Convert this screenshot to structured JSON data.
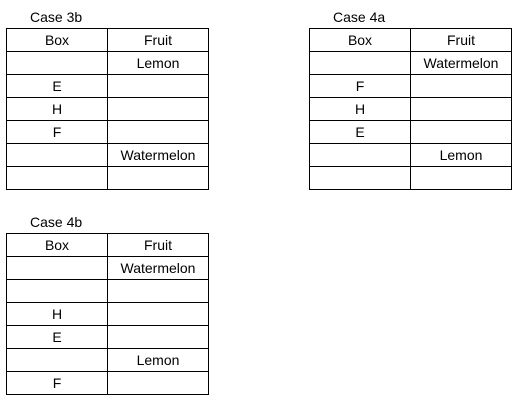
{
  "tables": [
    {
      "title": "Case 3b",
      "headers": [
        "Box",
        "Fruit"
      ],
      "rows": [
        [
          "",
          "Lemon"
        ],
        [
          "E",
          ""
        ],
        [
          "H",
          ""
        ],
        [
          "F",
          ""
        ],
        [
          "",
          "Watermelon"
        ],
        [
          "",
          ""
        ]
      ]
    },
    {
      "title": "Case 4a",
      "headers": [
        "Box",
        "Fruit"
      ],
      "rows": [
        [
          "",
          "Watermelon"
        ],
        [
          "F",
          ""
        ],
        [
          "H",
          ""
        ],
        [
          "E",
          ""
        ],
        [
          "",
          "Lemon"
        ],
        [
          "",
          ""
        ]
      ]
    },
    {
      "title": "Case 4b",
      "headers": [
        "Box",
        "Fruit"
      ],
      "rows": [
        [
          "",
          "Watermelon"
        ],
        [
          "",
          ""
        ],
        [
          "H",
          ""
        ],
        [
          "E",
          ""
        ],
        [
          "",
          "Lemon"
        ],
        [
          "F",
          ""
        ]
      ]
    }
  ]
}
